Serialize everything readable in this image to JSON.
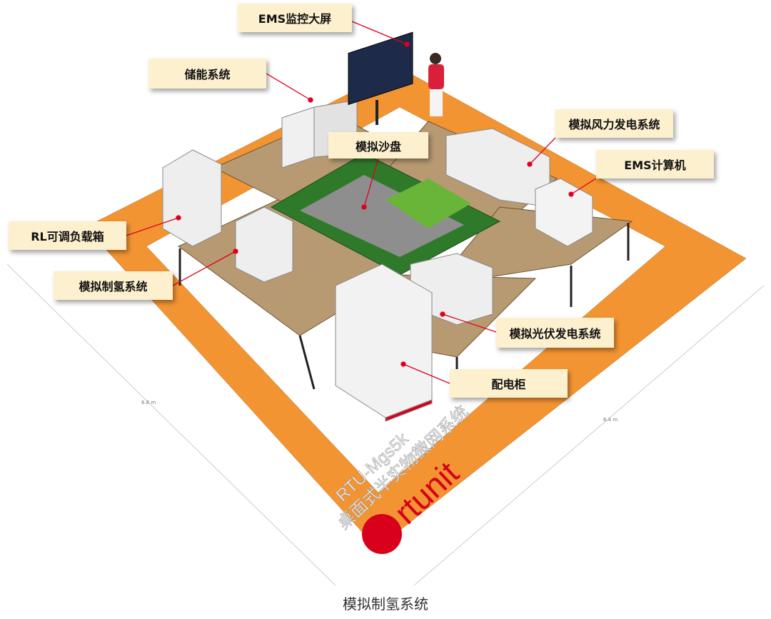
{
  "callouts": {
    "ems_screen": "EMS监控大屏",
    "storage": "储能系统",
    "sandbox": "模拟沙盘",
    "wind": "模拟风力发电系统",
    "ems_computer": "EMS计算机",
    "rl_load": "RL可调负载箱",
    "hydrogen": "模拟制氢系统",
    "pv": "模拟光伏发电系统",
    "distribution": "配电柜"
  },
  "floor": {
    "model": "RTU-Mgs5k",
    "system_name": "桌面式半实物微网系统",
    "brand": "rtunit"
  },
  "dimensions": {
    "left": "6.8 m",
    "right": "6.4 m"
  },
  "caption": "模拟制氢系统",
  "colors": {
    "orange": "#f39433",
    "callout_bg": "#fdf0cf",
    "leader": "#e0001b",
    "table": "#b89a72"
  }
}
